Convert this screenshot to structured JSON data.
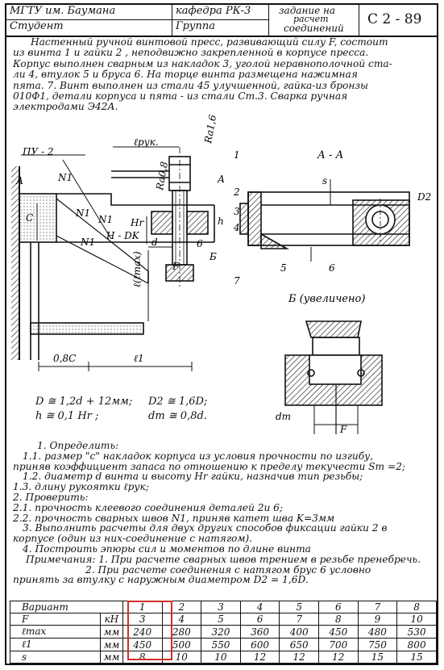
{
  "header": {
    "university": "МГТУ им. Баумана",
    "department": "кафедра РК-3",
    "task": "задание на расчет соединений",
    "task_line1": "задание на",
    "task_line2": "расчет",
    "task_line3": "соединений",
    "code": "С 2 - 89",
    "student": "Студент",
    "group": "Группа"
  },
  "description": [
    "Настенный ручной винтовой пресс, развивающий силу F, состоит",
    "из винта 1 и гайки 2 , неподвижно закрепленной в корпусе пресса.",
    "Корпус выполнен сварным из накладок 3, уголой неравнополочной ста-",
    "ли 4, втулок 5 и бруса 6. На торце винта размещена нажимная",
    "пята. 7. Винт выполнен из стали 45 улучшенной, гайка-из бронзы",
    "010Ф1, детали корпуса и пята - из стали Ст.3. Сварка ручная",
    "электродами Э42А."
  ],
  "figure": {
    "labels": {
      "pu2": "ПУ - 2",
      "lruk": "ℓрук.",
      "ra16": "Ra1,6",
      "ra08": "Ra0,8",
      "a_left": "А",
      "a_right": "А",
      "n1_a": "N1",
      "n1_b": "N1",
      "n1_c": "N1",
      "n1_d": "N1",
      "c": "С",
      "hdk": "Н - DK",
      "hr": "Нr",
      "h": "h",
      "d": "d",
      "lmax": "ℓ(ℓmax)",
      "f": "F",
      "six_label": "6",
      "b_label": "Б",
      "num1": "1",
      "num2": "2",
      "num3": "3",
      "num4": "4",
      "num7": "7",
      "dim08c": "0,8С",
      "l1": "ℓ1",
      "aa": "А - А",
      "s": "s",
      "d2": "D2",
      "n5": "5",
      "n6": "6",
      "b_zoom": "Б (увеличено)",
      "dt": "dт",
      "f2": "F"
    },
    "formulas": {
      "f1": "D ≅ 1,2d + 12мм;",
      "f2": "D2 ≅ 1,6D;",
      "f3": "h ≅ 0,1 Hr ;",
      "f4": "dт ≅ 0,8d."
    }
  },
  "tasks": [
    "1. Определить:",
    "1.1. размер \"с\" накладок корпуса из условия прочности по изгибу,",
    "приняв коэффициент запаса по отношению к пределу текучести Sт =2;",
    "1.2. диаметр d винта и высоту Hr гайки, назначив тип резьбы;",
    "1.3. длину рукоятки ℓрук;",
    "2. Проверить:",
    "2.1. прочность клеевого соединения деталей 2и 6;",
    "2.2. прочность сварных швов N1, приняв катет шва K=3мм",
    "3. Выполнить расчеты для двух других способов фиксации гайки 2 в",
    "корпусе (один из них-соединение с натягом).",
    "4. Построить эпюры сил и моментов по длине винта",
    "Примечания: 1. При расчете сварных швов трением в резьбе пренебречь.",
    "2. При расчете соединения с натягом брус 6 условно",
    "принять за втулку с наружным диаметром D2 = 1,6D."
  ],
  "variants": {
    "header_label": "Вариант",
    "numbers": [
      "1",
      "2",
      "3",
      "4",
      "5",
      "6",
      "7",
      "8"
    ],
    "rows": [
      {
        "param": "F",
        "unit": "кН",
        "values": [
          "3",
          "4",
          "5",
          "6",
          "7",
          "8",
          "9",
          "10"
        ]
      },
      {
        "param": "ℓmax",
        "unit": "мм",
        "values": [
          "240",
          "280",
          "320",
          "360",
          "400",
          "450",
          "480",
          "530"
        ]
      },
      {
        "param": "ℓ1",
        "unit": "мм",
        "values": [
          "450",
          "500",
          "550",
          "600",
          "650",
          "700",
          "750",
          "800"
        ]
      },
      {
        "param": "s",
        "unit": "мм",
        "values": [
          "8",
          "10",
          "10",
          "12",
          "12",
          "12",
          "15",
          "15"
        ]
      }
    ],
    "highlight_color": "#d0302a",
    "selected_variant": "1"
  }
}
